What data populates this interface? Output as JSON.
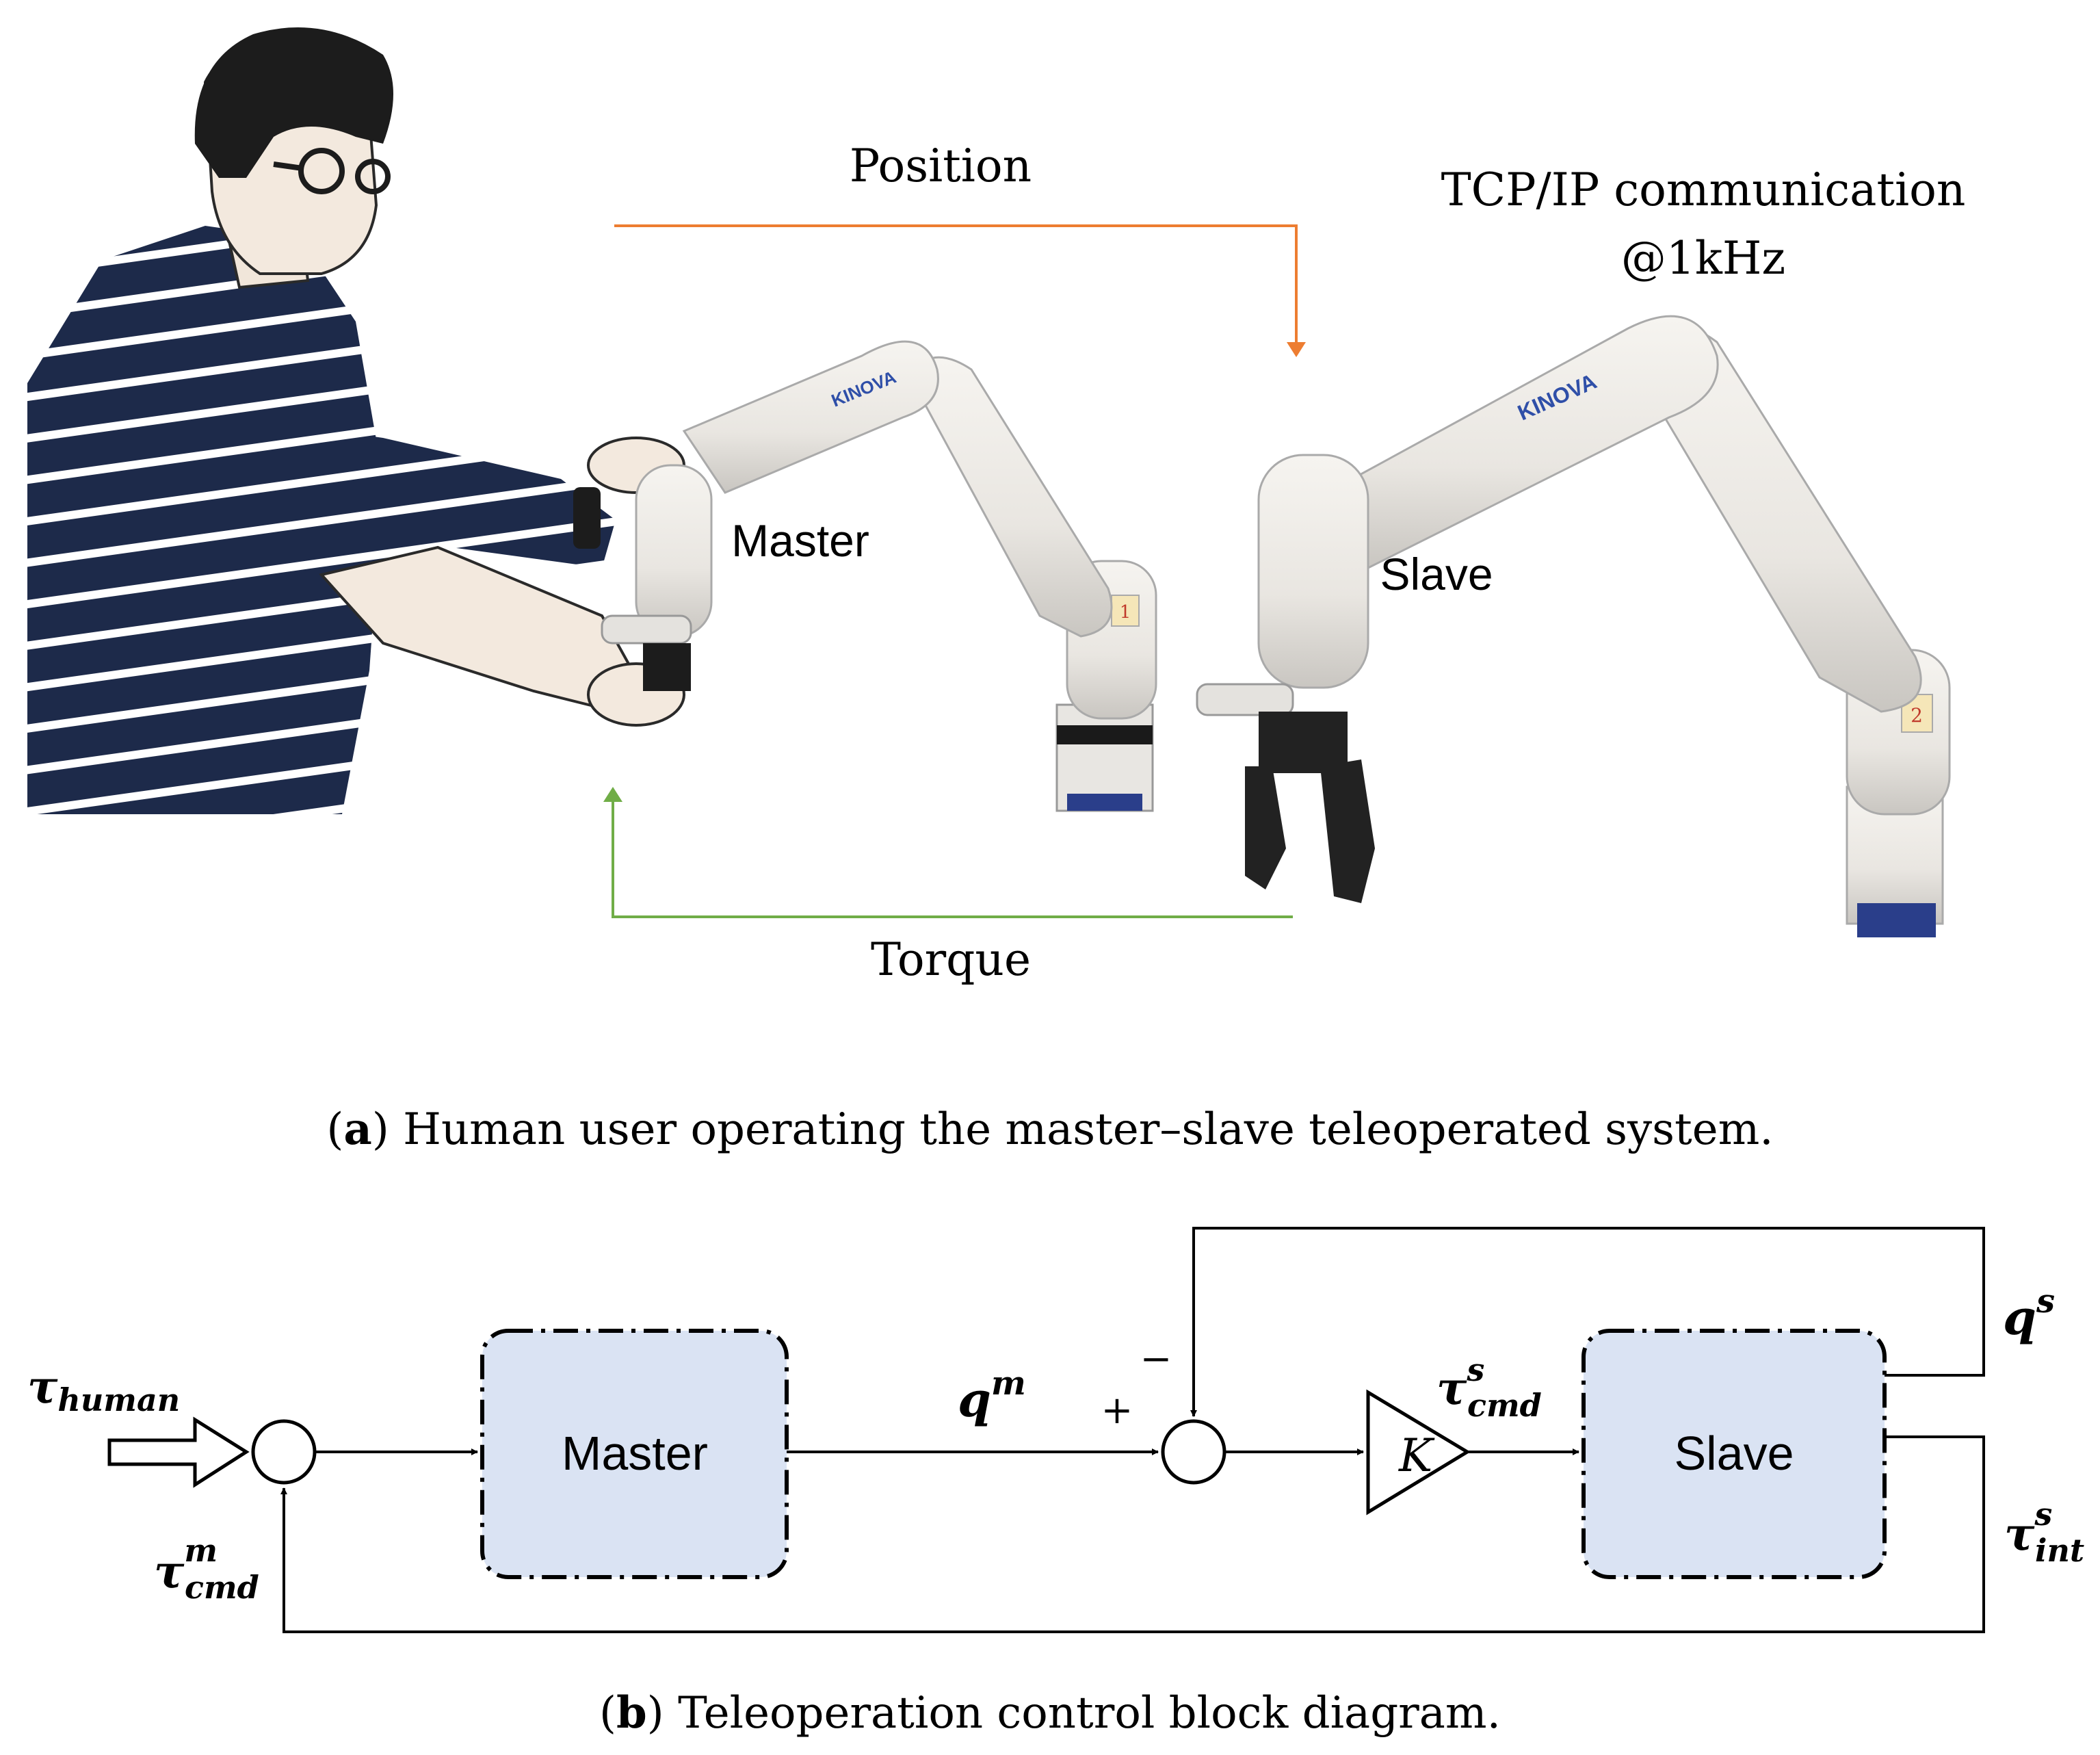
{
  "panel_a": {
    "labels": {
      "position": "Position",
      "torque": "Torque",
      "tcp_line1": "TCP/IP communication",
      "tcp_line2": "@1kHz",
      "master": "Master",
      "slave": "Slave",
      "kinova_master": "KINOVA",
      "kinova_slave": "KINOVA",
      "joint_label_master": "1",
      "joint_label_slave": "2"
    },
    "colors": {
      "position_arrow": "#ed7d31",
      "torque_arrow": "#70ad47"
    },
    "caption": {
      "letter": "a",
      "text": " Human user operating the master–slave teleoperated system."
    }
  },
  "panel_b": {
    "blocks": {
      "master": "Master",
      "slave": "Slave",
      "gain": "K"
    },
    "signals": {
      "tau_human": {
        "base": "τ",
        "sub": "human"
      },
      "tau_cmd_m": {
        "base": "τ",
        "sup": "m",
        "sub": "cmd"
      },
      "q_m": {
        "base": "q",
        "sup": "m"
      },
      "tau_cmd_s": {
        "base": "τ",
        "sup": "s",
        "sub": "cmd"
      },
      "q_s": {
        "base": "q",
        "sup": "s"
      },
      "tau_int_s": {
        "base": "τ",
        "sup": "s",
        "sub": "int"
      }
    },
    "signs": {
      "plus": "+",
      "minus": "−"
    },
    "colors": {
      "block_fill": "#dae3f3"
    },
    "caption": {
      "letter": "b",
      "text": " Teleoperation control block diagram."
    }
  }
}
